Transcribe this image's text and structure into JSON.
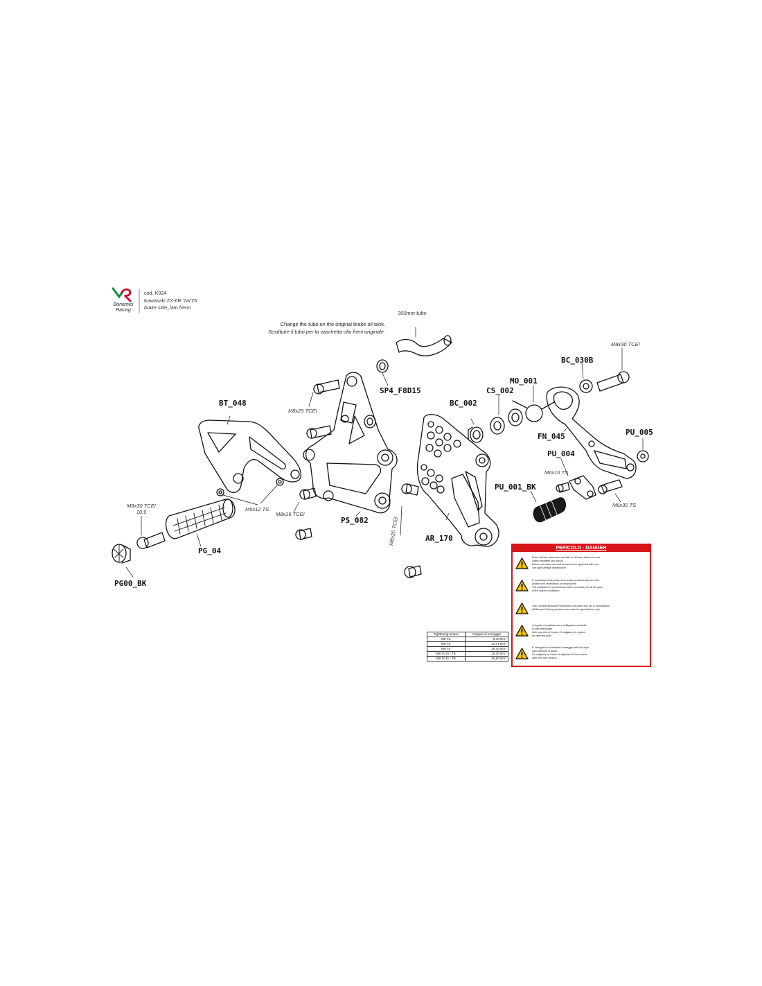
{
  "header": {
    "brand_line1": "Bonamici",
    "brand_line2": "Racing",
    "code": "cod. K024",
    "model": "Kawasaki ZX-6R '24/'25",
    "side": "brake side_lato freno"
  },
  "note": {
    "tube_label": "300mm tube",
    "line_en": "Change the tube on the original brake oil tank.",
    "line_it": "Sostituire il tubo per la vaschetta olio freni originale."
  },
  "parts": {
    "bt_048": "BT_048",
    "sp4_f8d15": "SP4_F8D15",
    "ps_082": "PS_082",
    "pg_04": "PG_04",
    "pg00_bk": "PG00_BK",
    "bc_002": "BC_002",
    "cs_002": "CS_002",
    "mo_001": "MO_001",
    "bc_030b": "BC_030B",
    "fn_045": "FN_045",
    "pu_005": "PU_005",
    "pu_004": "PU_004",
    "pu_001_bk": "PU_001_BK",
    "ar_170": "AR_170"
  },
  "screws": {
    "m8x25_tcei": "M8x25 TCEI",
    "m5x12_ts": "M5x12 TS",
    "m8x16_tcei": "M8x16 TCEI",
    "m8x30_tcei_109_a": "M8x30 TCEI",
    "m8x30_tcei_109_b": "10.9",
    "m8x20_tcei": "M8x20 TCEI",
    "m8x30_tcei_top": "M8x30 TCEI",
    "m6x16_ts": "M6x16 TS",
    "m6x30_ts": "M6x30 TS"
  },
  "torque_table": {
    "headers": [
      "Tightening torque",
      "*Coppia di serraggio"
    ],
    "rows": [
      [
        "M5 TS",
        "8,40 Nm*"
      ],
      [
        "M6 TS",
        "14,71 Nm*"
      ],
      [
        "M8 TS",
        "35,30 Nm*"
      ],
      [
        "M6 TCEI - TB",
        "15,30 Nm*"
      ],
      [
        "M8 TCEI - TB",
        "25,50 Nm*"
      ]
    ]
  },
  "danger": {
    "title": "PERICOLO - DANGER",
    "warnings": [
      {
        "it": "Prima dell'uso assicurarsi che tutte le viti siano tirate con cura.",
        "it2": "Usare frenafiletti tipo debole.",
        "en": "Before use make sure that all screws are tightened with care.",
        "en2": "Use light strength threadlocker."
      },
      {
        "it": "E' necessario l'intervento di personale professionale per tutti i",
        "it2": "prodotti che necessitano di installazione.",
        "en": "The assistance of professional staff is necessary for all the parts",
        "en2": "which require installation."
      },
      {
        "it": "Tutti i prodotti Bonamici Racing sono da usare solo per le competizioni.",
        "it2": "",
        "en": "All Bonamici Racing products are made for agonistic use only.",
        "en2": ""
      },
      {
        "it": "A seguito di qualsiasi urto è obbligatorio sostituire",
        "it2": "le parti interessate.",
        "en": "After any kind of impact, it's obligatory to replace",
        "en2": "the affected parts."
      },
      {
        "it": "E' obbligatorio controllare il serraggio delle viti dopo",
        "it2": "ogni sessione di guida.",
        "en": "It's obligatory to check the tightened of the screws",
        "en2": "after ever ride session."
      }
    ]
  },
  "colors": {
    "danger_red": "#d7141a",
    "warning_yellow": "#f5c400",
    "logo_green": "#1a8a3c",
    "logo_red": "#c8102e"
  }
}
